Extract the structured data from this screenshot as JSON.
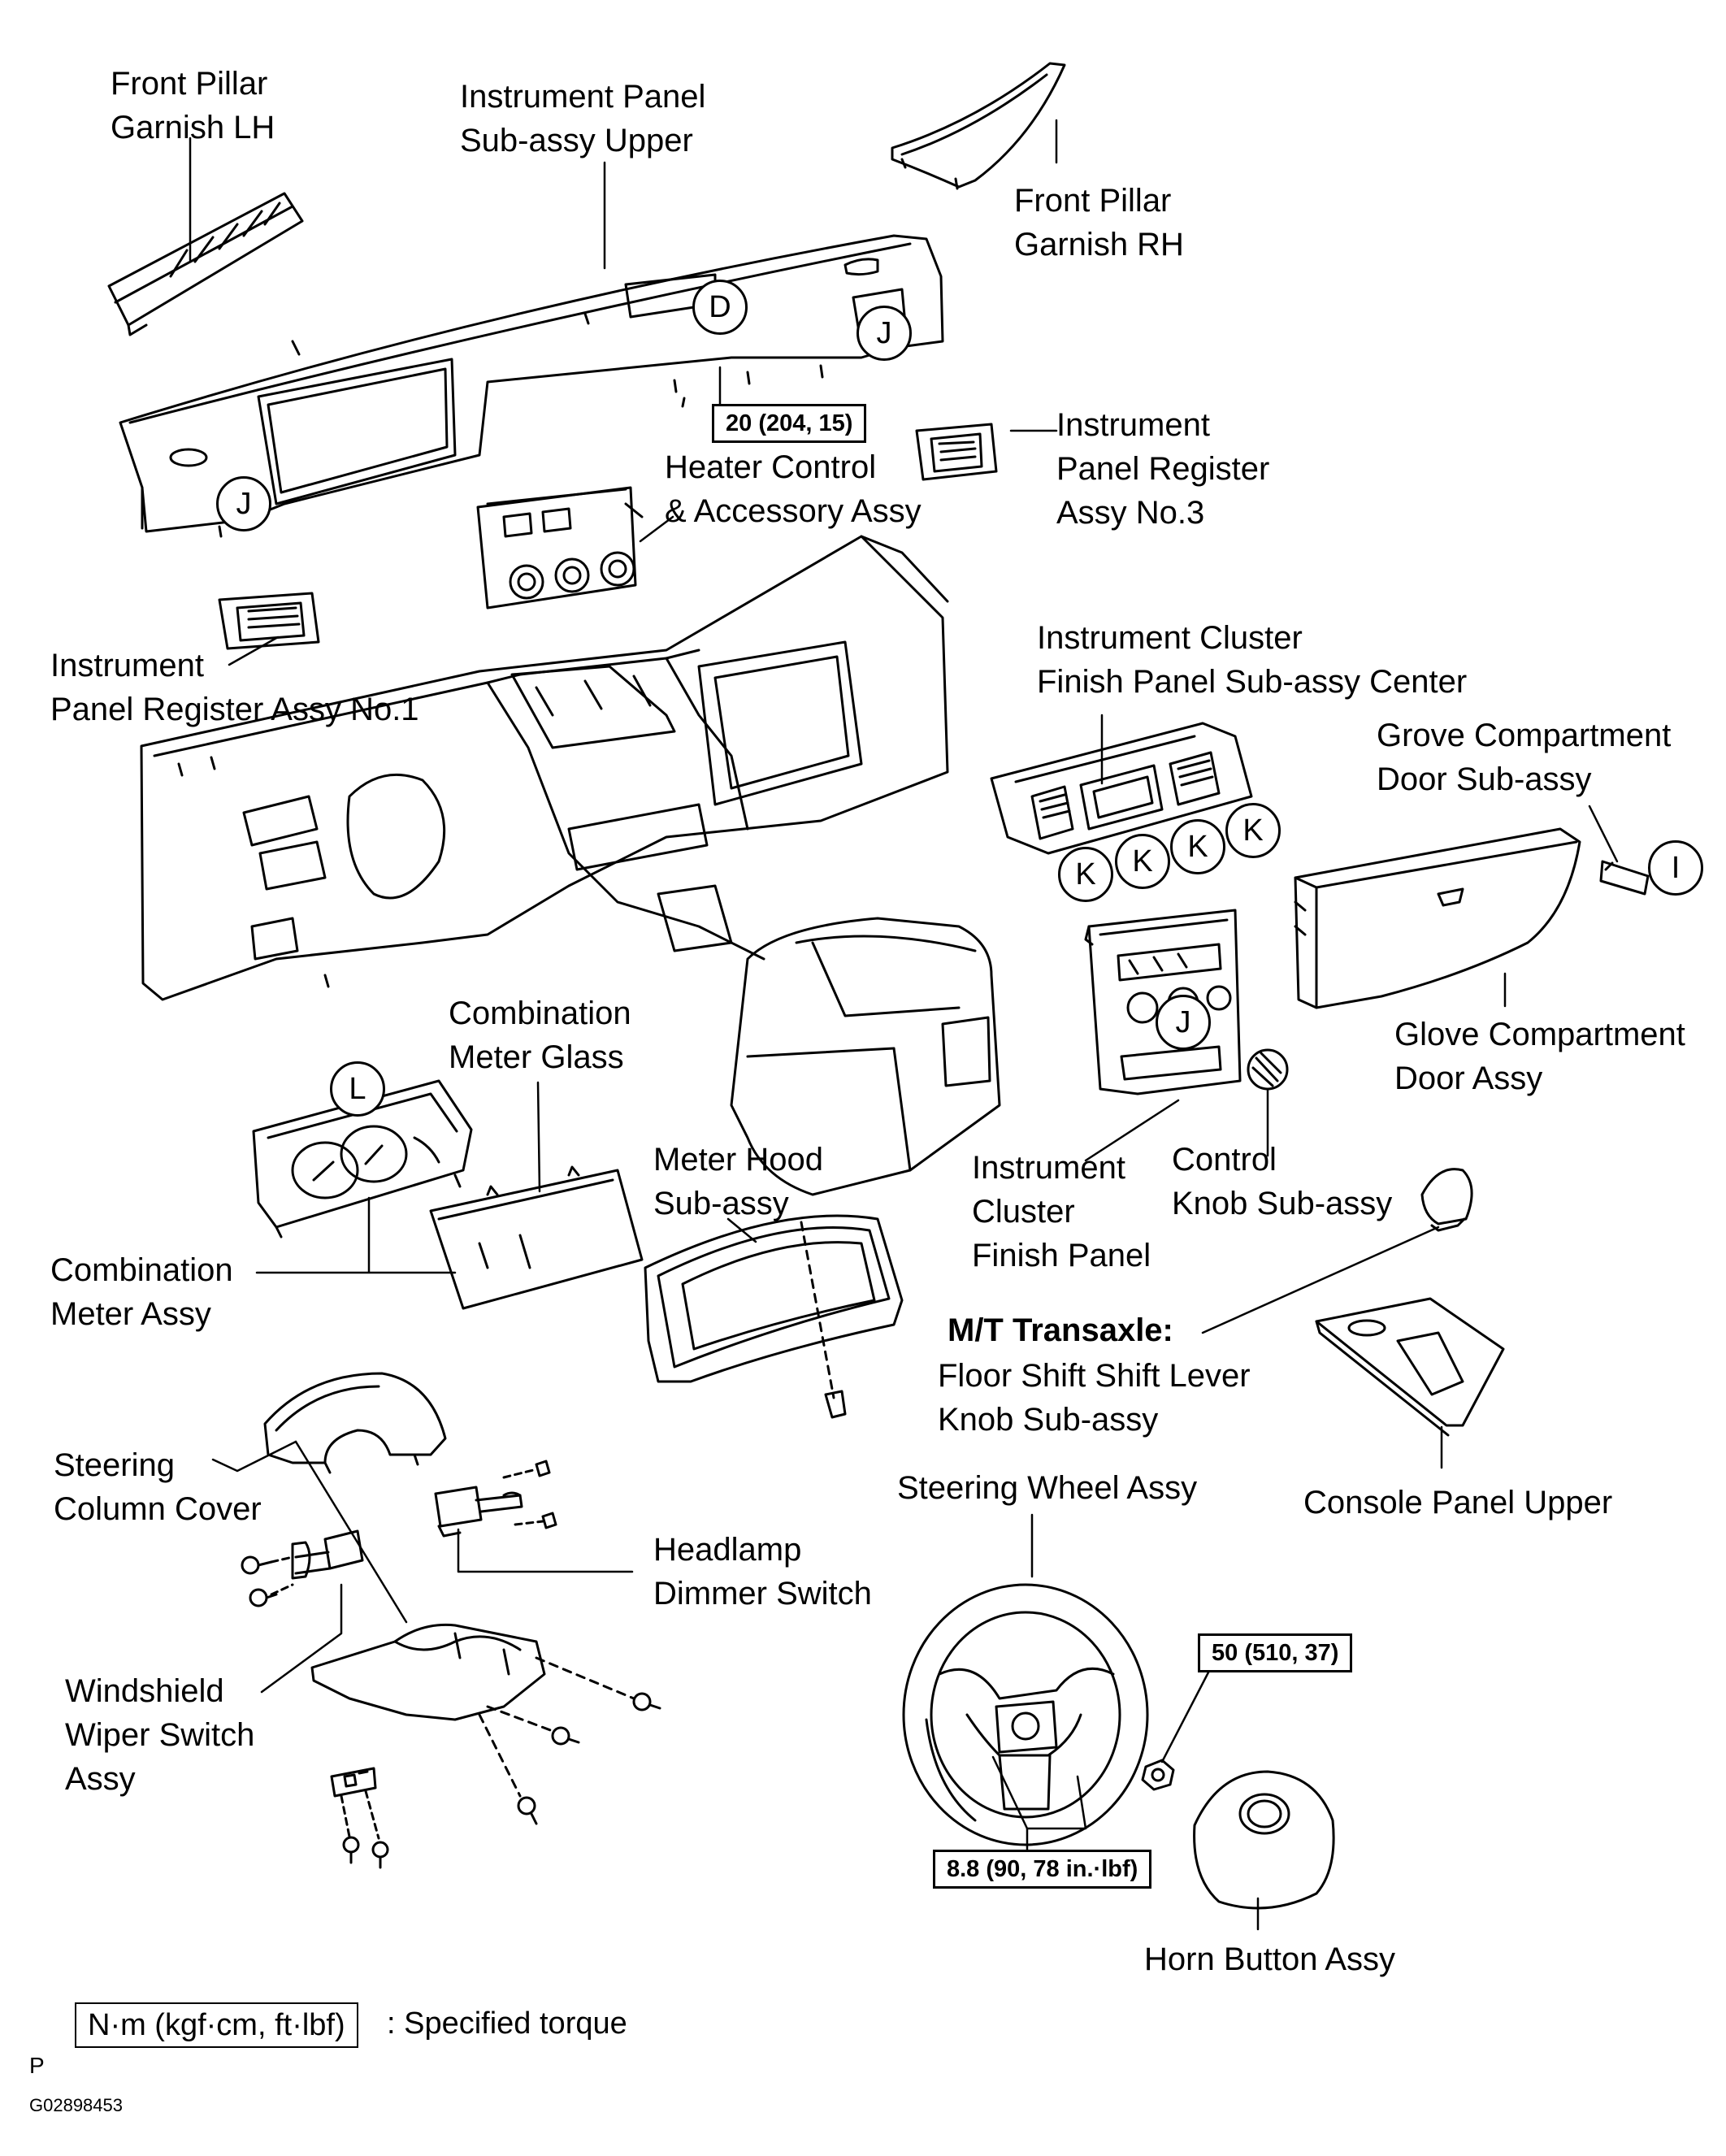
{
  "labels": {
    "front_pillar_garnish_lh": [
      "Front Pillar",
      "Garnish LH"
    ],
    "instrument_panel_upper": [
      "Instrument Panel",
      "Sub-assy  Upper"
    ],
    "front_pillar_garnish_rh": [
      "Front Pillar",
      "Garnish RH"
    ],
    "heater_control": [
      "Heater Control",
      "& Accessory Assy"
    ],
    "register_no3": [
      "Instrument",
      "Panel Register",
      "Assy No.3"
    ],
    "register_no1": [
      "Instrument",
      "Panel Register Assy No.1"
    ],
    "cluster_finish_center": [
      "Instrument Cluster",
      "Finish Panel Sub-assy Center"
    ],
    "grove_compartment_door": [
      "Grove Compartment",
      "Door  Sub-assy"
    ],
    "glove_compartment_door": [
      "Glove Compartment",
      "Door Assy"
    ],
    "combination_meter_glass": [
      "Combination",
      "Meter Glass"
    ],
    "meter_hood": [
      "Meter Hood",
      "Sub-assy"
    ],
    "cluster_finish_panel": [
      "Instrument",
      "Cluster",
      "Finish Panel"
    ],
    "control_knob": [
      "Control",
      "Knob  Sub-assy"
    ],
    "combination_meter_assy": [
      "Combination",
      "Meter Assy"
    ],
    "mt_transaxle_heading": "M/T Transaxle:",
    "floor_shift_knob": [
      "Floor Shift Shift Lever",
      "Knob  Sub-assy"
    ],
    "steering_column_cover": [
      "Steering",
      "Column Cover"
    ],
    "steering_wheel": "Steering Wheel Assy",
    "console_panel_upper": "Console Panel Upper",
    "headlamp_dimmer": [
      "Headlamp",
      "Dimmer Switch"
    ],
    "wiper_switch": [
      "Windshield",
      "Wiper Switch",
      "Assy"
    ],
    "horn_button": "Horn Button Assy"
  },
  "torques": {
    "panel_upper": "20 (204, 15)",
    "horn_nut": "50 (510, 37)",
    "steering_wheel_bolts": "8.8 (90, 78 in.·lbf)"
  },
  "callouts": {
    "D": "D",
    "J": "J",
    "K": "K",
    "I": "I",
    "L": "L"
  },
  "legend": {
    "unit_box": "N·m (kgf·cm, ft·lbf)",
    "text": ": Specified torque"
  },
  "footer": {
    "mark": "P",
    "figure_id": "G02898453"
  }
}
